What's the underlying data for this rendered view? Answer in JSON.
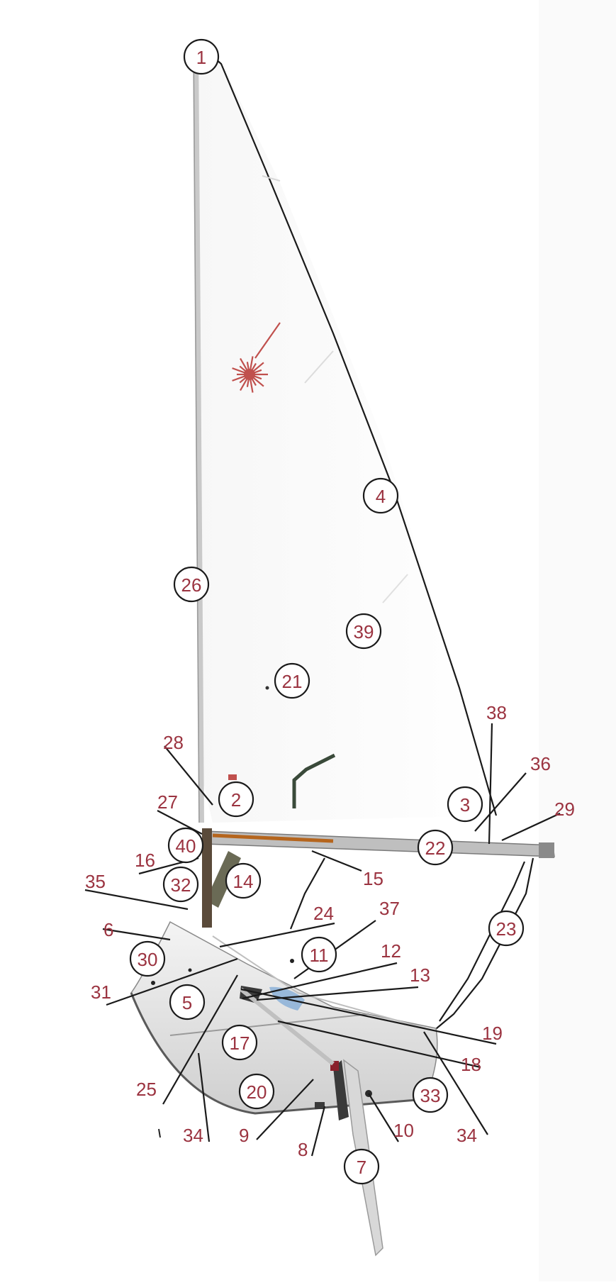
{
  "diagram": {
    "circled_labels": [
      "1",
      "2",
      "3",
      "4",
      "5",
      "7",
      "11",
      "14",
      "17",
      "20",
      "21",
      "22",
      "23",
      "26",
      "30",
      "32",
      "33",
      "39",
      "40"
    ],
    "plain_labels": [
      "6",
      "8",
      "9",
      "10",
      "12",
      "13",
      "15",
      "16",
      "18",
      "19",
      "24",
      "25",
      "27",
      "28",
      "29",
      "31",
      "34",
      "34",
      "35",
      "36",
      "37",
      "38"
    ]
  },
  "colors": {
    "label": "#9b3340",
    "line": "#1a1a1a",
    "sail_logo": "#c0504d"
  }
}
